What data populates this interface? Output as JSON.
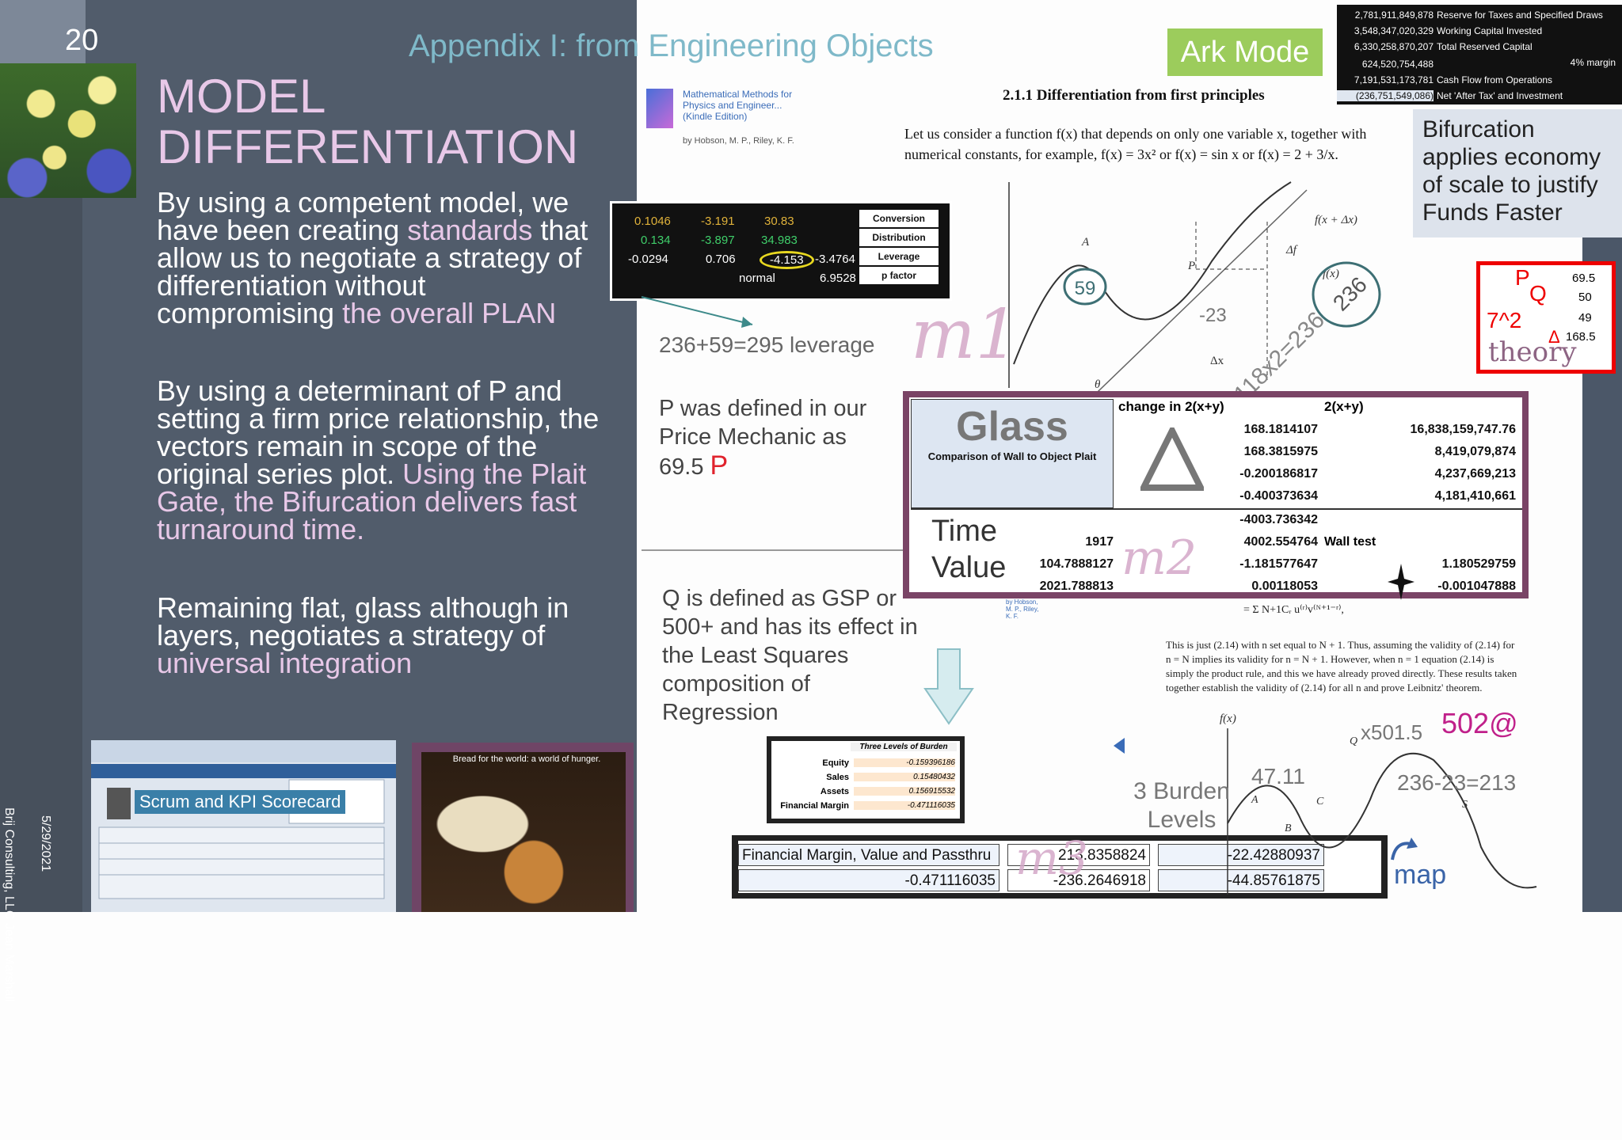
{
  "slide": {
    "number": "20",
    "title_line1": "MODEL",
    "title_line2": "DIFFERENTIATION",
    "para1": [
      "By using a competent model, we have been creating ",
      "standards",
      " that allow us to negotiate a strategy of differentiation without compromising ",
      "the overall PLAN"
    ],
    "para2": [
      "By using a determinant of P and setting a firm price relationship, the vectors remain in scope of the original series plot.  ",
      "Using the Plait Gate, the Bifurcation delivers fast turnaround time."
    ],
    "para3": [
      "Remaining flat, glass although in layers, negotiates a strategy of ",
      "universal integration"
    ],
    "vertical_credit": "Brij Consulting, LLC Jean Marshall",
    "vertical_date": "5/29/2021",
    "scorecard_label": "Scrum and KPI Scorecard",
    "bread_caption": "Bread for the world: a world of hunger."
  },
  "right": {
    "appendix_title": "Appendix I: from Engineering Objects",
    "ark_mode": "Ark Mode",
    "reserve_rows": [
      {
        "num": "2,781,911,849,878",
        "label": "Reserve for Taxes and Specified Draws"
      },
      {
        "num": "3,548,347,020,329",
        "label": "Working Capital Invested"
      },
      {
        "num": "6,330,258,870,207",
        "label": "Total Reserved Capital"
      },
      {
        "num": "624,520,754,488",
        "label": ""
      },
      {
        "num": "7,191,531,173,781",
        "label": "Cash Flow from Operations"
      },
      {
        "num": "(236,751,549,086)",
        "label": "Net 'After Tax'  and Investment"
      }
    ],
    "margin_note": "4% margin",
    "book_title": "Mathematical Methods for Physics and Engineer... (Kindle Edition)",
    "book_author": "by Hobson, M. P., Riley, K. F.",
    "section_head": "2.1.1 Differentiation from first principles",
    "section_body": "Let us consider a function f(x) that depends on only one variable x, together with numerical constants, for example, f(x) = 3x² or f(x) = sin x or f(x) = 2 + 3/x.",
    "bifurcation": "Bifurcation applies economy of scale to justify Funds Faster",
    "theory": {
      "p": "P",
      "q": "Q",
      "seven": "7^2",
      "delta": "Δ",
      "v1": "69.5",
      "v2": "50",
      "v3": "49",
      "v4": "168.5",
      "word": "theory"
    },
    "dist_table": {
      "rows": [
        [
          "0.1046",
          "-3.191",
          "30.83"
        ],
        [
          "0.134",
          "-3.897",
          "34.983"
        ],
        [
          "-0.0294",
          "0.706",
          "-4.153",
          "-3.4764"
        ],
        [
          "normal",
          "6.9528"
        ]
      ],
      "labels": [
        "Conversion",
        "Distribution",
        "Leverage",
        "p factor"
      ]
    },
    "leverage_note": "236+59=295 leverage",
    "p_def": "P was defined in our Price Mechanic as 69.5",
    "p_mark": "P",
    "q_def": "Q is defined as GSP or 500+ and has its effect in the Least Squares composition of Regression",
    "graph_labels": {
      "fx_dx": "f(x + Δx)",
      "delta_f": "Δf",
      "delta_x": "Δx",
      "theta": "θ",
      "a": "A",
      "p": "P",
      "fx": "f(x)",
      "c59": "59",
      "c236": "236",
      "n23": "-23",
      "eq": "118x2=236",
      "m1": "m1"
    },
    "glass": {
      "title": "Glass",
      "subtitle": "Comparison of Wall to Object Plait",
      "col1": "change in 2(x+y)",
      "col2": "2(x+y)",
      "delta_rows": [
        [
          "168.1814107",
          "16,838,159,747.76"
        ],
        [
          "168.3815975",
          "8,419,079,874"
        ],
        [
          "-0.200186817",
          "4,237,669,213"
        ],
        [
          "-0.400373634",
          "4,181,410,661"
        ]
      ],
      "time": "Time",
      "value": "Value",
      "lower_rows": [
        [
          "",
          "-4003.736342",
          ""
        ],
        [
          "1917",
          "4002.554764",
          "Wall test"
        ],
        [
          "104.7888127",
          "-1.181577647",
          "1.180529759"
        ],
        [
          "2021.788813",
          "0.00118053",
          "-0.001047888"
        ]
      ],
      "m2": "m2"
    },
    "burden": {
      "title": "Three Levels of Burden",
      "rows": [
        [
          "Equity",
          "-0.159396186"
        ],
        [
          "Sales",
          "0.15480432"
        ],
        [
          "Assets",
          "0.156915532"
        ],
        [
          "Financial Margin",
          "-0.471116035"
        ]
      ]
    },
    "fin_table": {
      "label": "Financial Margin, Value and Passthru",
      "r1c2": "213.8358824",
      "r1c3": "-22.42880937",
      "r2c1": "-0.471116035",
      "r2c2": "-236.2646918",
      "r2c3": "-44.85761875",
      "m3": "m3"
    },
    "leibniz_formula": "= Σ N+1Cᵣ u⁽ʳ⁾v⁽ᴺ⁺¹⁻ʳ⁾,",
    "leibniz": "This is just (2.14) with n set equal to N + 1. Thus, assuming the validity of (2.14) for n = N implies its validity for n = N + 1. However, when n = 1 equation (2.14) is simply the product rule, and this we have already proved directly. These results taken together establish the validity of (2.14) for all n and prove Leibnitz' theorem.",
    "burden_levels": "3 Burden Levels",
    "graph2": {
      "fx": "f(x)",
      "q": "Q",
      "x501": "x501.5",
      "n502": "502@",
      "n4711": "47.11",
      "eq": "236-23=213",
      "a": "A",
      "b": "B",
      "c": "C",
      "s": "S"
    },
    "map": "map"
  }
}
